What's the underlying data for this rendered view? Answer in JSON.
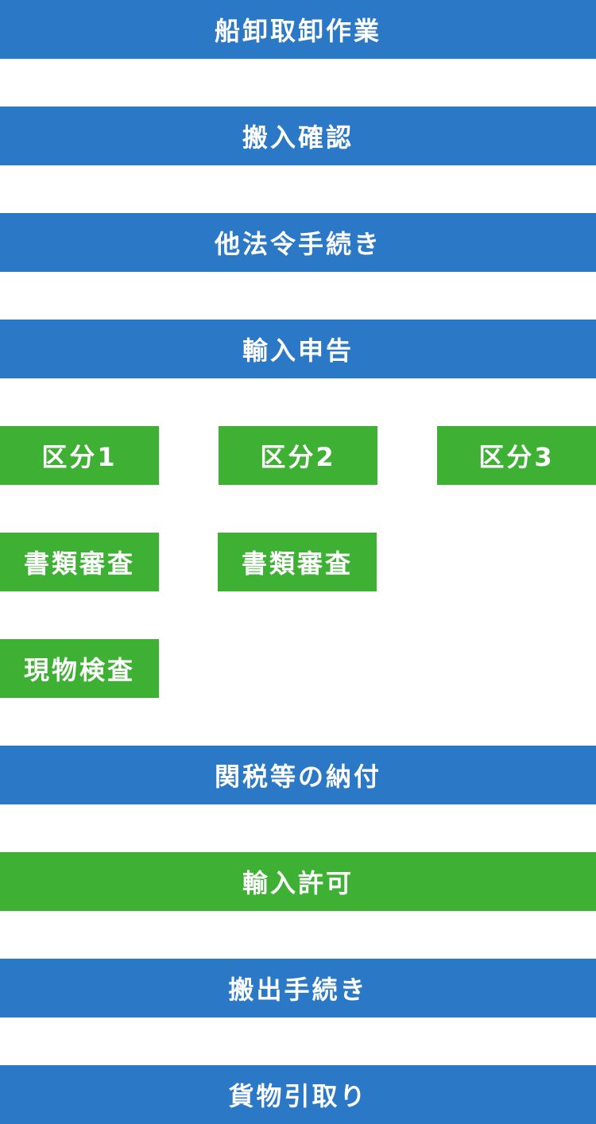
{
  "colors": {
    "main_step": "#2a78c6",
    "customs_step": "#3eb034",
    "background": "#ffffff"
  },
  "steps": {
    "unloading": "船卸取卸作業",
    "carry_in_check": "搬入確認",
    "other_laws": "他法令手続き",
    "import_declaration": "輸入申告",
    "category_1": "区分1",
    "category_2": "区分2",
    "category_3": "区分3",
    "doc_review_1": "書類審査",
    "doc_review_2": "書類審査",
    "physical_inspection": "現物検査",
    "duty_payment": "関税等の納付",
    "import_permit": "輸入許可",
    "carry_out": "搬出手続き",
    "cargo_pickup": "貨物引取り"
  }
}
